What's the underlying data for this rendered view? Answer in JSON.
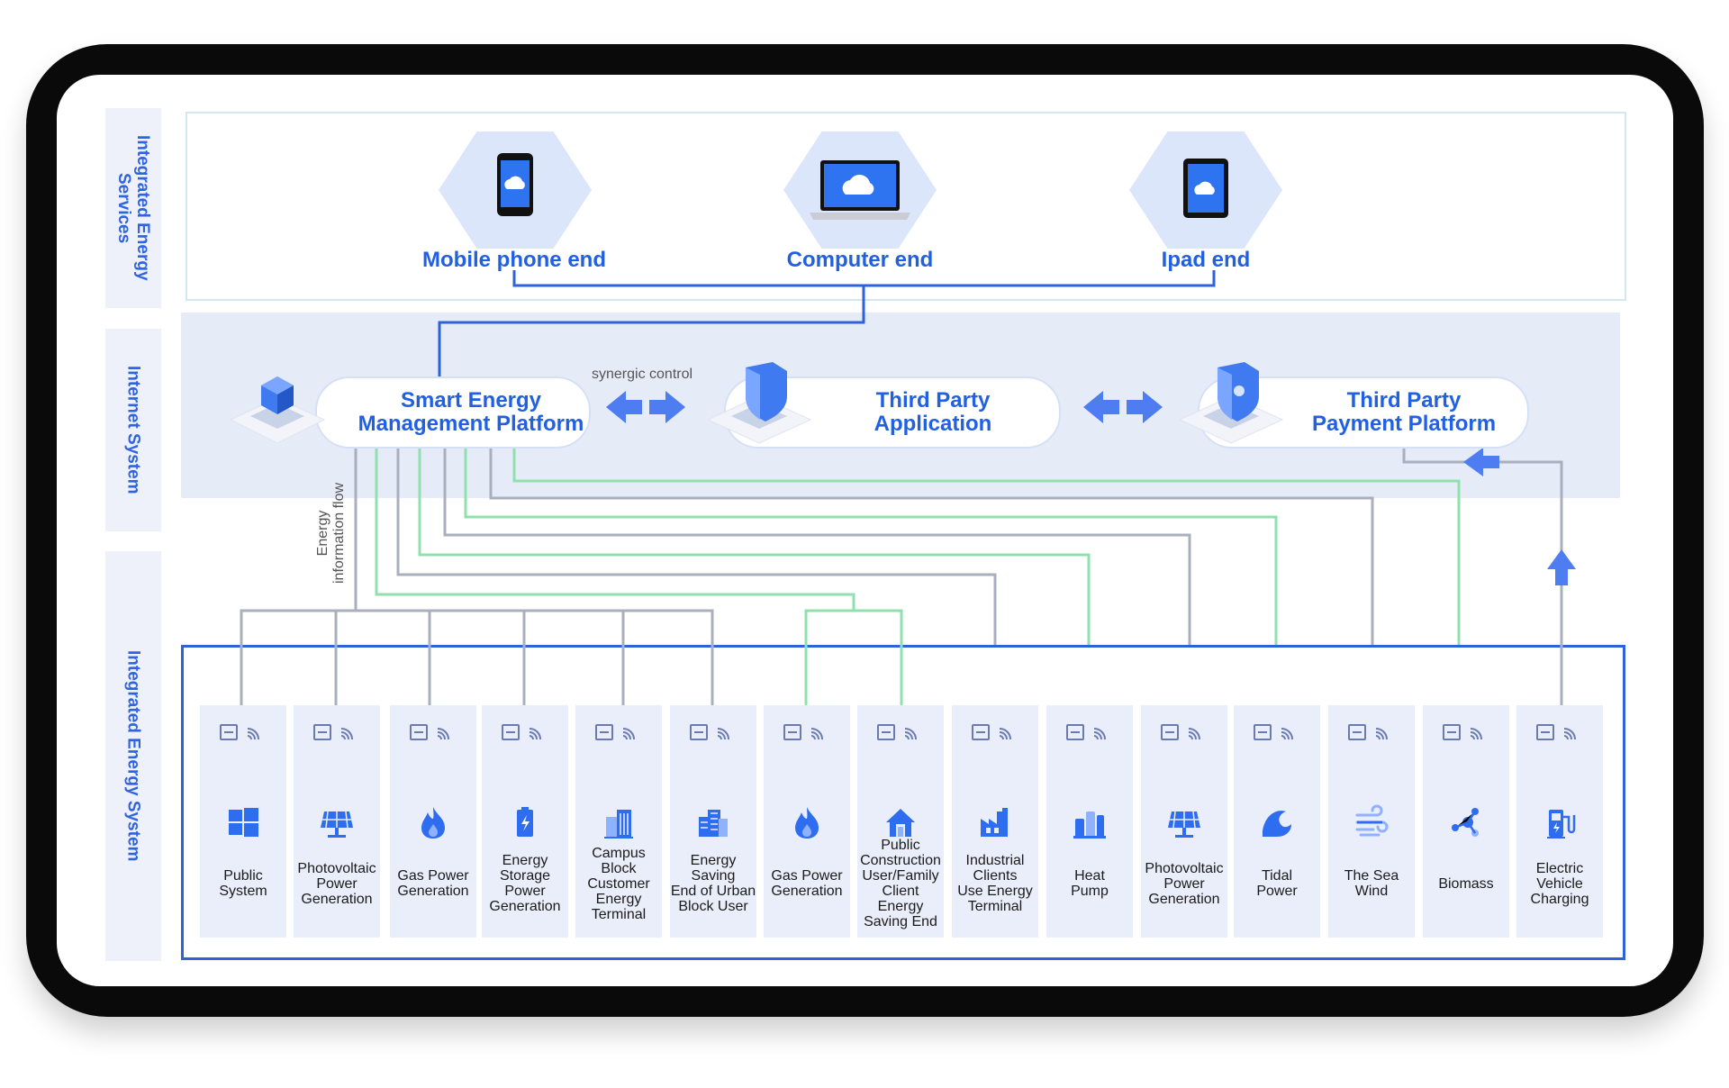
{
  "sidebar": {
    "services": "Integrated Energy Services",
    "internet": "Internet System",
    "energy": "Integrated Energy System"
  },
  "devices": {
    "mobile": "Mobile phone end",
    "computer": "Computer end",
    "ipad": "Ipad end"
  },
  "platforms": {
    "smart": "Smart Energy\nManagement Platform",
    "third_app": "Third Party\nApplication",
    "payment": "Third Party\nPayment Platform"
  },
  "labels": {
    "synergic": "synergic control",
    "flow": "Energy\ninformation flow"
  },
  "colors": {
    "accent_blue": "#2160e3",
    "gray_line": "#a9afbd",
    "green_line": "#8fe0ad",
    "card_bg": "#e9eefa"
  },
  "cards": [
    {
      "label": "Public\nSystem",
      "icon": "windows-icon"
    },
    {
      "label": "Photovoltaic\nPower\nGeneration",
      "icon": "solar-panel-icon"
    },
    {
      "label": "Gas Power\nGeneration",
      "icon": "flame-icon"
    },
    {
      "label": "Energy\nStorage\nPower\nGeneration",
      "icon": "battery-icon"
    },
    {
      "label": "Campus\nBlock\nCustomer\nEnergy\nTerminal",
      "icon": "campus-building-icon"
    },
    {
      "label": "Energy\nSaving\nEnd of Urban\nBlock User",
      "icon": "city-building-icon"
    },
    {
      "label": "Gas Power\nGeneration",
      "icon": "flame-icon"
    },
    {
      "label": "Public\nConstruction\nUser/Family\nClient Energy\nSaving End",
      "icon": "house-icon"
    },
    {
      "label": "Industrial\nClients\nUse Energy\nTerminal",
      "icon": "factory-icon"
    },
    {
      "label": "Heat\nPump",
      "icon": "heat-pump-icon"
    },
    {
      "label": "Photovoltaic\nPower\nGeneration",
      "icon": "solar-panel-icon"
    },
    {
      "label": "Tidal\nPower",
      "icon": "wave-icon"
    },
    {
      "label": "The Sea\nWind",
      "icon": "wind-icon"
    },
    {
      "label": "Biomass",
      "icon": "molecule-icon"
    },
    {
      "label": "Electric\nVehicle\nCharging",
      "icon": "ev-charger-icon"
    }
  ]
}
